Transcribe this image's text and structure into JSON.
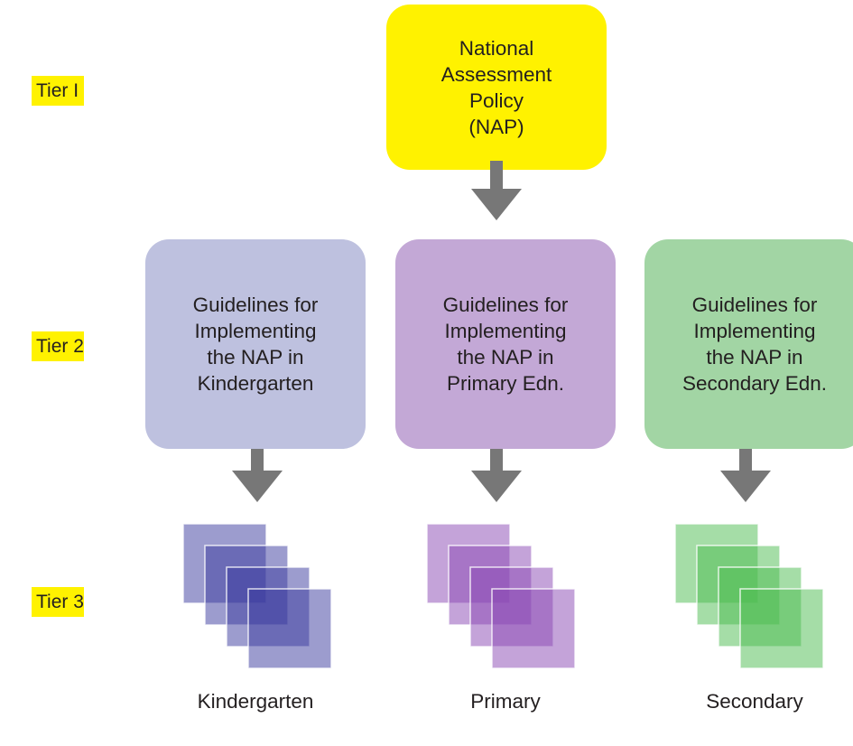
{
  "tiers": [
    {
      "label": "Tier I"
    },
    {
      "label": "Tier 2"
    },
    {
      "label": "Tier 3"
    }
  ],
  "tier_highlight_color": "#fff200",
  "policy": {
    "text": "National\nAssessment\nPolicy\n(NAP)",
    "color": "#fff200"
  },
  "guidelines": [
    {
      "text": "Guidelines for\nImplementing\nthe NAP in\nKindergarten",
      "color": "#bec1df"
    },
    {
      "text": "Guidelines for\nImplementing\nthe NAP in\nPrimary Edn.",
      "color": "#c3a8d6"
    },
    {
      "text": "Guidelines for\nImplementing\nthe NAP in\nSecondary Edn.",
      "color": "#a2d5a4"
    }
  ],
  "arrow_color": "#777777",
  "documents": [
    {
      "label": "Kindergarten",
      "sheet_color": "#3a3a9e",
      "icon": "document-stack-icon"
    },
    {
      "label": "Primary",
      "sheet_color": "#8a47b3",
      "icon": "document-stack-icon"
    },
    {
      "label": "Secondary",
      "sheet_color": "#4bbb4f",
      "icon": "document-stack-icon"
    }
  ]
}
